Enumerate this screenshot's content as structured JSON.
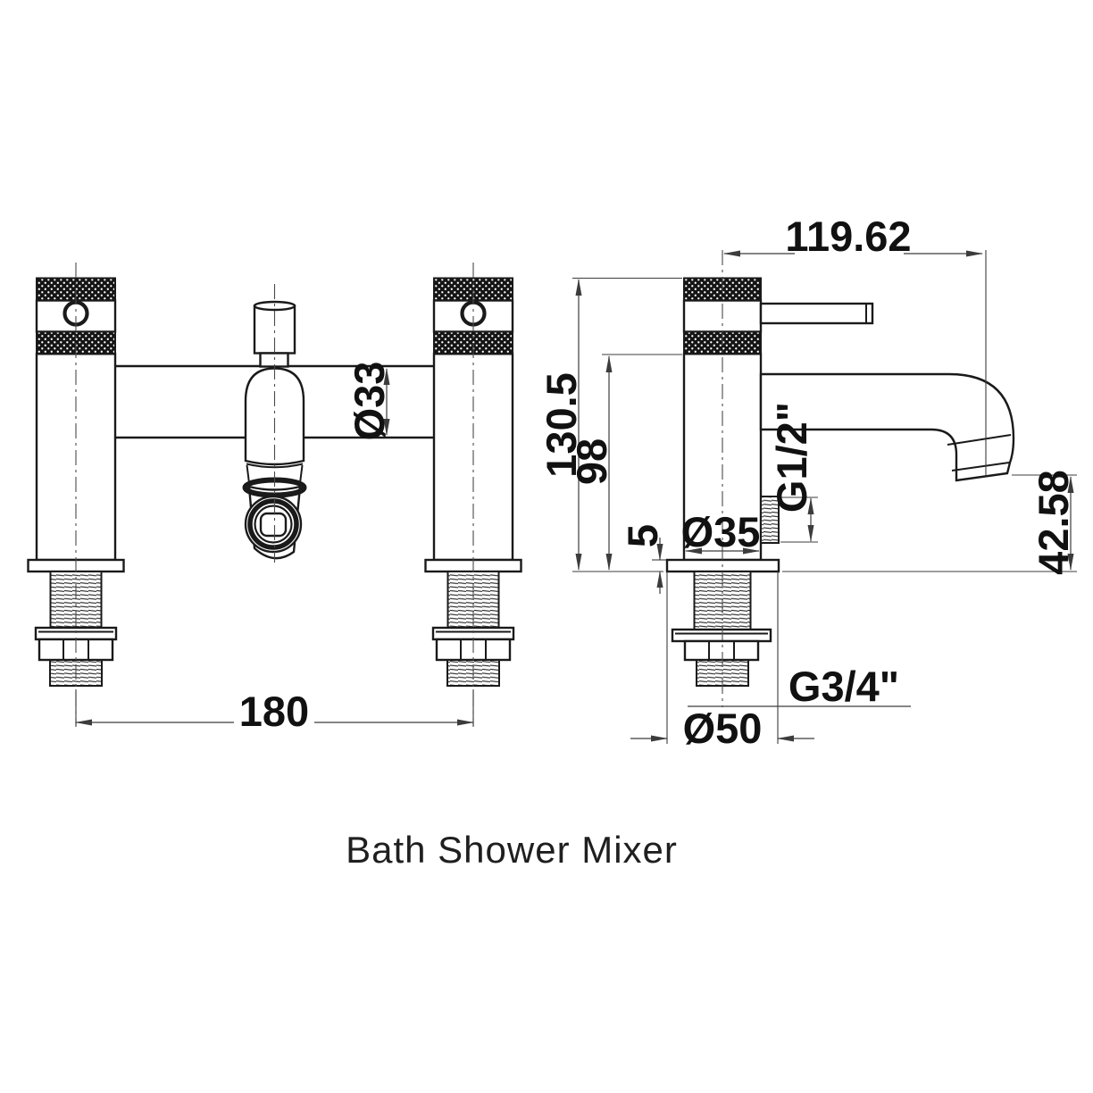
{
  "title": "Bath Shower Mixer",
  "colors": {
    "line": "#1a1a1a",
    "dimension": "#3c3c3c",
    "background": "#ffffff"
  },
  "front_view": {
    "description": "front elevation of deck-mounted bath shower mixer",
    "spacing": "180",
    "body_diameter": "Ø33"
  },
  "side_view": {
    "description": "side elevation with lever handle and spout",
    "handle_reach": "119.62",
    "total_height": "130.5",
    "body_height": "98",
    "deck_thickness": "5",
    "body_diameter": "Ø35",
    "shower_outlet_thread": "G1/2\"",
    "spout_outlet_height": "42.58",
    "inlet_thread": "G3/4\"",
    "flange_diameter": "Ø50"
  }
}
